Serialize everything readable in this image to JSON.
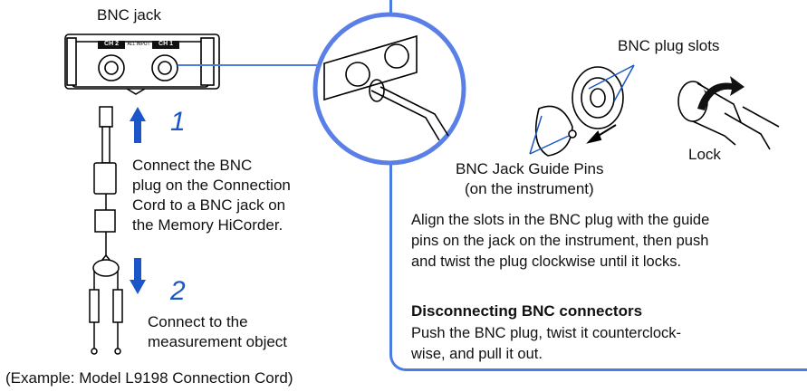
{
  "labels": {
    "bnc_jack": "BNC jack",
    "bnc_plug_slots": "BNC plug slots",
    "lock": "Lock",
    "guide_pins": "BNC Jack Guide Pins",
    "guide_pins_note": "(on the instrument)",
    "ch2": "CH 2",
    "ch1": "CH 1",
    "all_input": "ALL INPUT",
    "example": "(Example: Model L9198 Connection Cord)"
  },
  "steps": [
    {
      "number": "1",
      "lines": [
        "Connect the BNC",
        "plug on the Connection",
        "Cord to a BNC jack on",
        "the Memory HiCorder."
      ]
    },
    {
      "number": "2",
      "lines": [
        "Connect to the",
        "measurement object"
      ]
    }
  ],
  "panel": {
    "instructions": [
      "Align the slots in the BNC plug with the guide",
      "pins on the jack on the instrument, then push",
      "and twist the plug clockwise until it locks."
    ],
    "disconnect_title": "Disconnecting BNC connectors",
    "disconnect_lines": [
      "Push the BNC plug, twist it counterclock-",
      "wise, and pull it out."
    ]
  },
  "colors": {
    "accent": "#4a7be0",
    "arrow": "#1a56c8"
  }
}
